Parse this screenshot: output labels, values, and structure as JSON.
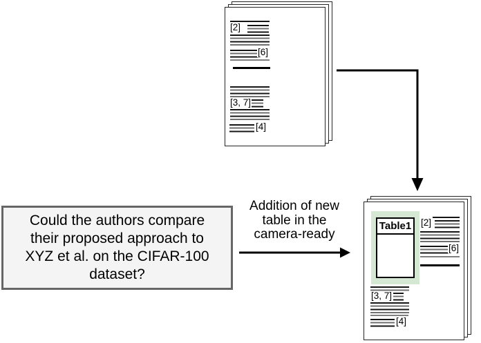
{
  "diagram": {
    "question_box": {
      "text": "Could the authors compare their proposed approach to XYZ et al. on the CIFAR-100 dataset?",
      "lines": [
        "Could the authors compare",
        "their proposed approach to",
        "XYZ et al. on the CIFAR-100",
        "dataset?"
      ]
    },
    "transition_label": {
      "text": "Addition of new table in the camera-ready",
      "lines": [
        "Addition of new",
        "table in the",
        "camera-ready"
      ]
    },
    "cited_paper": {
      "citations": {
        "ref2": "[2]",
        "ref6": "[6]",
        "ref37": "[3, 7]",
        "ref4": "[4]"
      }
    },
    "camera_ready_paper": {
      "table_label": "Table1",
      "citations": {
        "ref2": "[2]",
        "ref6": "[6]",
        "ref37": "[3, 7]",
        "ref4": "[4]"
      }
    },
    "colors": {
      "highlight_green": "#d5e8d4",
      "question_box_border": "#666666",
      "question_box_fill": "#f4f4f4",
      "text_line_dark": "#141414",
      "text_line_gray": "#6f6f6f",
      "arrow": "#000000"
    }
  }
}
